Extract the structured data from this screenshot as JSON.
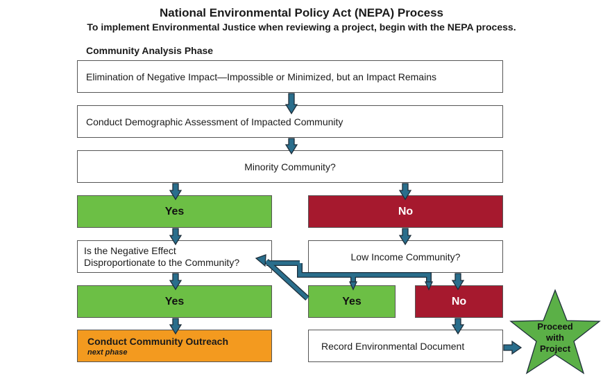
{
  "header": {
    "title": "National Environmental Policy Act (NEPA) Process",
    "subtitle": "To implement Environmental Justice when reviewing a project, begin with the NEPA process."
  },
  "phase_label": "Community Analysis Phase",
  "nodes": {
    "elimination": "Elimination of Negative Impact—Impossible or Minimized, but an Impact Remains",
    "demographic": "Conduct Demographic Assessment of Impacted Community",
    "minority": "Minority Community?",
    "minority_yes": "Yes",
    "minority_no": "No",
    "disproportionate_line1": "Is the Negative Effect",
    "disproportionate_line2": "Disproportionate to the Community?",
    "low_income": "Low Income Community?",
    "disproportionate_yes": "Yes",
    "low_income_yes": "Yes",
    "low_income_no": "No",
    "outreach": "Conduct Community Outreach",
    "outreach_sub": "next phase",
    "record": "Record Environmental Document",
    "proceed_line1": "Proceed",
    "proceed_line2": "with",
    "proceed_line3": "Project"
  },
  "colors": {
    "yes": "#6cbf45",
    "no": "#a6192e",
    "outreach": "#f39a1f",
    "proceed_star": "#5bb047",
    "arrow_fill": "#2a6e8c",
    "arrow_outline": "#1e2e3a"
  }
}
